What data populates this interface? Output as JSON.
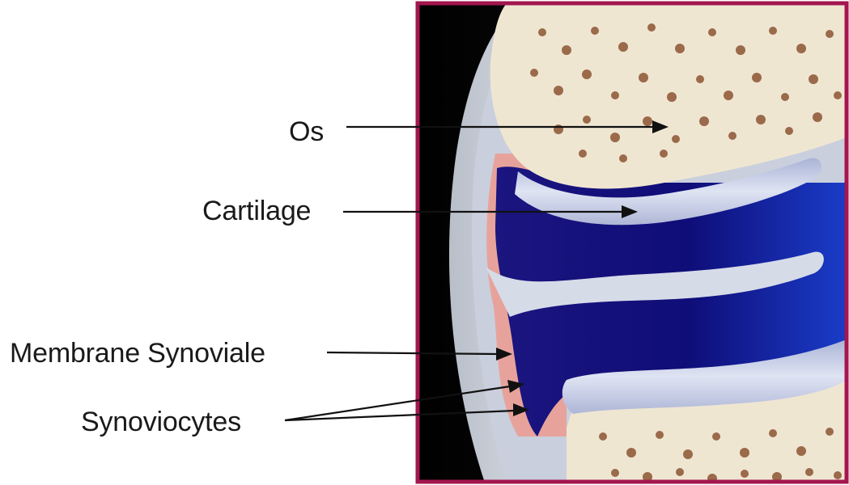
{
  "labels": {
    "bone": "Os",
    "cartilage": "Cartilage",
    "synovial_membrane": "Membrane Synoviale",
    "synoviocytes": "Synoviocytes"
  },
  "colors": {
    "frame": "#a3164f",
    "bone": "#efe6d2",
    "bone_pores": "#9a6a4a",
    "synovial_fluid": "#14127e",
    "cartilage": "#c4cce6",
    "membrane": "#e7a39b",
    "background_dark": "#0c0c0c"
  }
}
